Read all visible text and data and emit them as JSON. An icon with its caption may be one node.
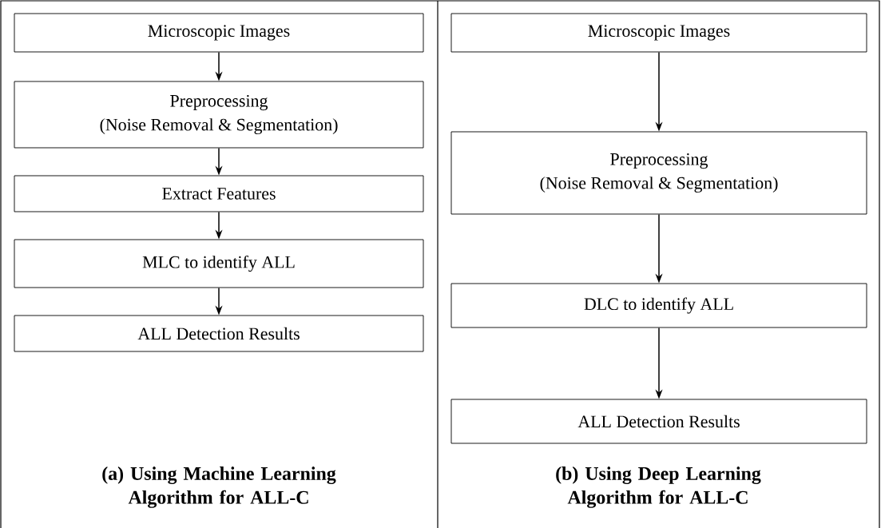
{
  "diagram": {
    "nodes": [
      {
        "text": [
          "Microscopic Images"
        ]
      },
      {
        "text": [
          "Preprocessing",
          "(Noise Removal & Segmentation)"
        ]
      },
      {
        "text": [
          "Extract Features"
        ]
      },
      {
        "text": [
          "MLC to identify ALL"
        ]
      },
      {
        "text": [
          "ALL Detection Results"
        ]
      },
      {
        "text": [
          "Microscopic Images"
        ]
      },
      {
        "text": [
          "Preprocessing",
          "(Noise Removal & Segmentation)"
        ]
      },
      {
        "text": [
          "DLC to identify ALL"
        ]
      },
      {
        "text": [
          "ALL Detection Results"
        ]
      }
    ],
    "edges": [
      {
        "from": 0,
        "to": 1,
        "arrow": "to"
      },
      {
        "from": 1,
        "to": 2,
        "arrow": "to"
      },
      {
        "from": 2,
        "to": 3,
        "arrow": "to"
      },
      {
        "from": 3,
        "to": 4,
        "arrow": "to"
      },
      {
        "from": 5,
        "to": 6,
        "arrow": "to"
      },
      {
        "from": 6,
        "to": 7,
        "arrow": "to"
      },
      {
        "from": 7,
        "to": 8,
        "arrow": "to"
      }
    ],
    "labels": [
      "(a) Using Machine Learning Algorithm for ALL-C",
      "(b) Using Deep Learning Algorithm for ALL-C"
    ]
  }
}
